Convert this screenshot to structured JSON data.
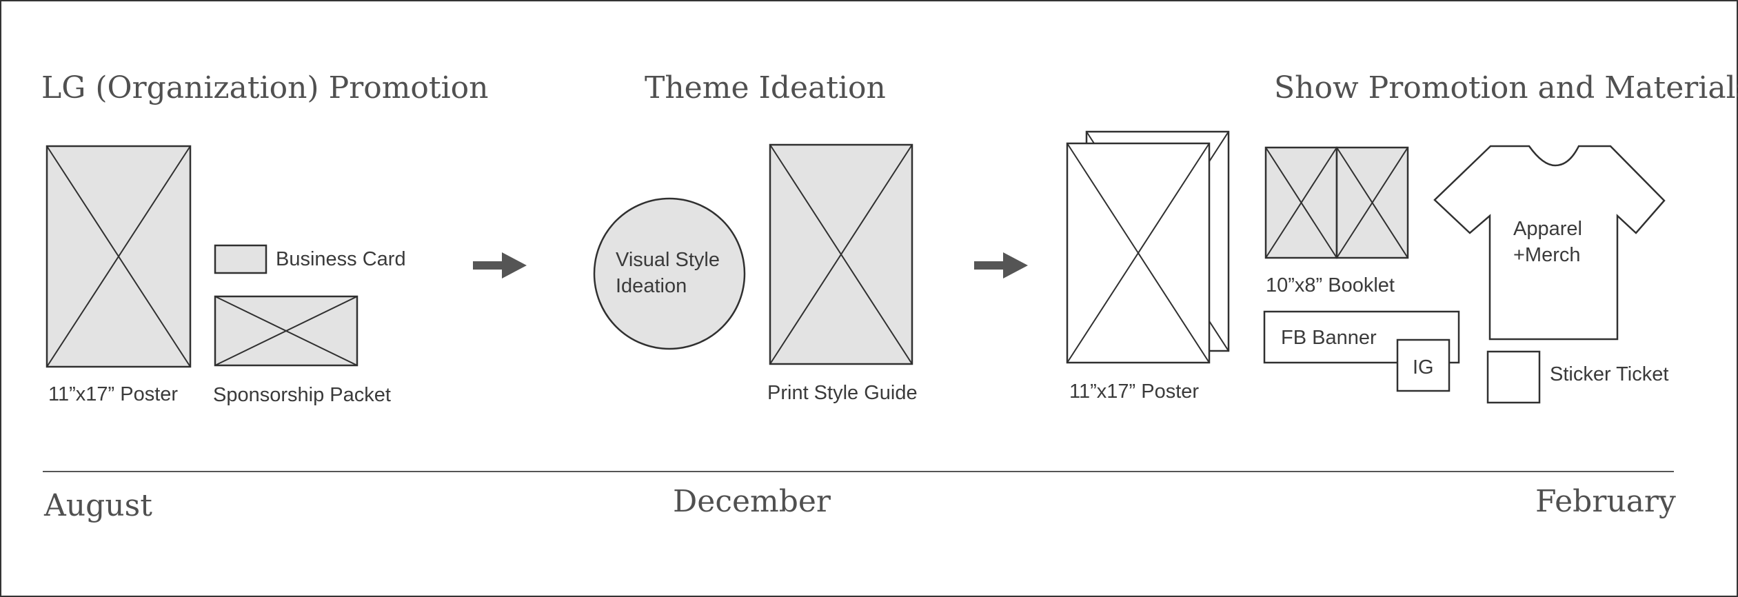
{
  "sections": {
    "left": {
      "title": "LG (Organization) Promotion"
    },
    "middle": {
      "title": "Theme Ideation"
    },
    "right": {
      "title": "Show Promotion and Materials"
    }
  },
  "items": {
    "poster_left": "11”x17” Poster",
    "business_card": "Business Card",
    "sponsorship_packet": "Sponsorship Packet",
    "visual_style_line1": "Visual Style",
    "visual_style_line2": "Ideation",
    "print_style_guide": "Print Style Guide",
    "poster_right": "11”x17” Poster",
    "booklet": "10”x8” Booklet",
    "apparel_line1": "Apparel",
    "apparel_line2": "+Merch",
    "fb_banner": "FB Banner",
    "ig": "IG",
    "sticker_ticket": "Sticker Ticket"
  },
  "timeline": {
    "start": "August",
    "middle": "December",
    "end": "February"
  },
  "icons": [
    "arrow-right-icon",
    "arrow-right-icon",
    "t-shirt-icon"
  ],
  "colors": {
    "placeholder_fill": "#e3e3e3",
    "stroke": "#303030",
    "text": "#505050",
    "arrow": "#555555"
  }
}
